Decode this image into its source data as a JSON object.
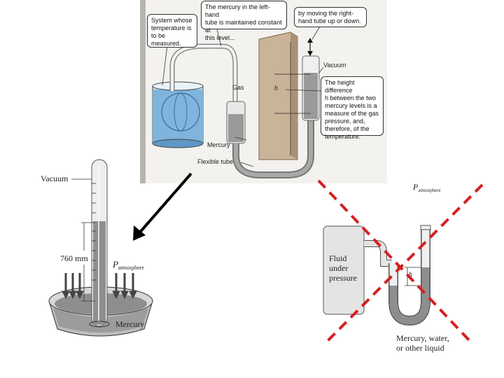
{
  "top_figure": {
    "callout_system": "System whose\ntemperature is\nto be measured.",
    "callout_mercury_left": "The mercury in the left-hand\ntube is maintained constant at\nthis level...",
    "callout_move": "by moving the right-\nhand tube up or down.",
    "callout_height": "The height difference\nh between the two\nmercury levels is a\nmeasure of the gas\npressure, and,\ntherefore, of the\ntemperature.",
    "label_gas": "Gas",
    "label_h": "h",
    "label_vacuum": "Vacuum",
    "label_mercury": "Mercury",
    "label_flexible_tube": "Flexible tube"
  },
  "barometer": {
    "label_vacuum": "Vacuum",
    "label_height": "760 mm",
    "label_p_main": "P",
    "label_p_sub": "atmosphere",
    "label_mercury": "Mercury"
  },
  "manometer": {
    "label_p_main": "P",
    "label_p_sub": "atmosphere",
    "label_fluid": "Fluid\nunder\npressure",
    "label_h": "h",
    "label_liquid": "Mercury, water,\nor other liquid"
  },
  "colors": {
    "cross_out": "#d62020",
    "arrow": "#000000",
    "water": "#7fb4dd",
    "mercury": "#8d8d8d",
    "scale": "#c9b49a",
    "glass": "#e6e6e6"
  }
}
